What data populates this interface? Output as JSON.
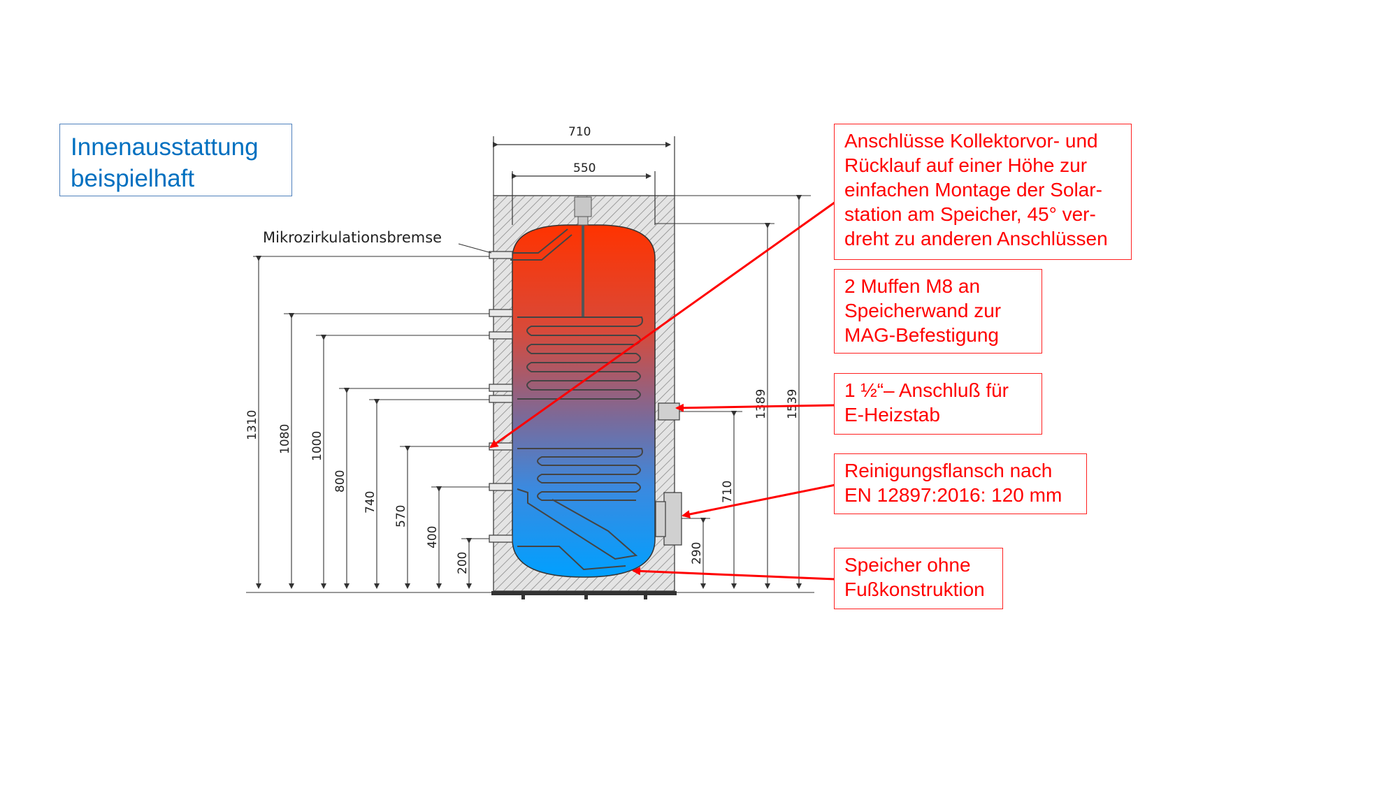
{
  "title": {
    "line1": "Innenausstattung",
    "line2": "beispielhaft"
  },
  "labels": {
    "micro_brake": "Mikrozirkulationsbremse"
  },
  "dimensions": {
    "width_outer": "710",
    "width_inner": "550",
    "heights_left": [
      "1310",
      "1080",
      "1000",
      "800",
      "740",
      "570",
      "400",
      "200"
    ],
    "heights_right": [
      "1389",
      "1539",
      "710",
      "290"
    ]
  },
  "callouts": {
    "solar": {
      "lines": [
        "Anschlüsse Kollektorvor- und",
        "Rücklauf auf einer Höhe zur",
        "einfachen Montage der Solar-",
        "station am Speicher, 45° ver-",
        "dreht zu anderen Anschlüssen"
      ]
    },
    "muffen": {
      "lines": [
        "2 Muffen M8 an",
        "Speicherwand zur",
        "MAG-Befestigung"
      ]
    },
    "heizstab": {
      "lines": [
        "1 ½“– Anschluß für",
        "E-Heizstab"
      ]
    },
    "flansch": {
      "lines": [
        "Reinigungsflansch nach",
        "EN 12897:2016: 120 mm"
      ]
    },
    "fuss": {
      "lines": [
        "Speicher ohne",
        "Fußkonstruktion"
      ]
    }
  },
  "colors": {
    "callout": "#ff0000",
    "title": "#0070c0",
    "tank_top": "#ff3300",
    "tank_bottom": "#1e90ff"
  }
}
